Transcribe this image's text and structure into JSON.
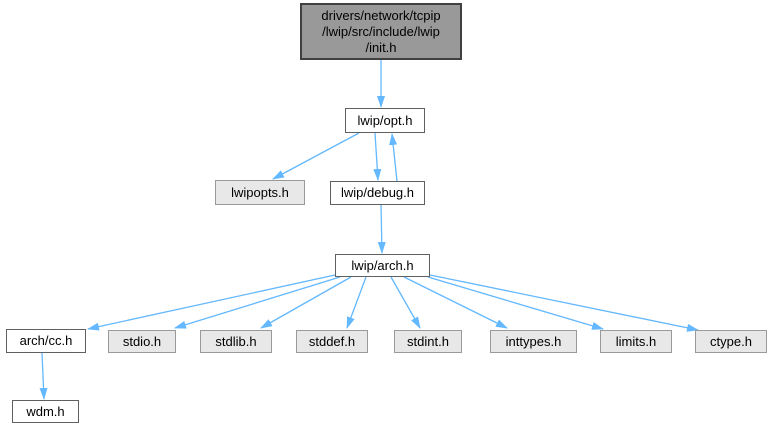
{
  "diagram": {
    "type": "include-dependency-graph",
    "colors": {
      "background": "#ffffff",
      "edge": "#63b8ff",
      "current_node_fill": "#999999",
      "current_node_border": "#404040",
      "linked_node_fill": "#ffffff",
      "linked_node_border": "#606060",
      "external_node_fill": "#e8e8e8",
      "external_node_border": "#9a9a9a",
      "text": "#000000"
    },
    "nodes": {
      "init": {
        "label": "drivers/network/tcpip\n/lwip/src/include/lwip\n/init.h",
        "type": "current"
      },
      "opt": {
        "label": "lwip/opt.h",
        "type": "linked"
      },
      "lwipopts": {
        "label": "lwipopts.h",
        "type": "external"
      },
      "debug": {
        "label": "lwip/debug.h",
        "type": "linked"
      },
      "arch": {
        "label": "lwip/arch.h",
        "type": "linked"
      },
      "cc": {
        "label": "arch/cc.h",
        "type": "linked"
      },
      "stdio": {
        "label": "stdio.h",
        "type": "external"
      },
      "stdlib": {
        "label": "stdlib.h",
        "type": "external"
      },
      "stddef": {
        "label": "stddef.h",
        "type": "external"
      },
      "stdint": {
        "label": "stdint.h",
        "type": "external"
      },
      "inttypes": {
        "label": "inttypes.h",
        "type": "external"
      },
      "limits": {
        "label": "limits.h",
        "type": "external"
      },
      "ctype": {
        "label": "ctype.h",
        "type": "external"
      },
      "wdm": {
        "label": "wdm.h",
        "type": "linked"
      }
    },
    "edges": [
      {
        "from": "init",
        "to": "opt"
      },
      {
        "from": "opt",
        "to": "lwipopts"
      },
      {
        "from": "opt",
        "to": "debug"
      },
      {
        "from": "debug",
        "to": "opt"
      },
      {
        "from": "debug",
        "to": "arch"
      },
      {
        "from": "arch",
        "to": "cc"
      },
      {
        "from": "arch",
        "to": "stdio"
      },
      {
        "from": "arch",
        "to": "stdlib"
      },
      {
        "from": "arch",
        "to": "stddef"
      },
      {
        "from": "arch",
        "to": "stdint"
      },
      {
        "from": "arch",
        "to": "inttypes"
      },
      {
        "from": "arch",
        "to": "limits"
      },
      {
        "from": "arch",
        "to": "ctype"
      },
      {
        "from": "cc",
        "to": "wdm"
      }
    ]
  }
}
